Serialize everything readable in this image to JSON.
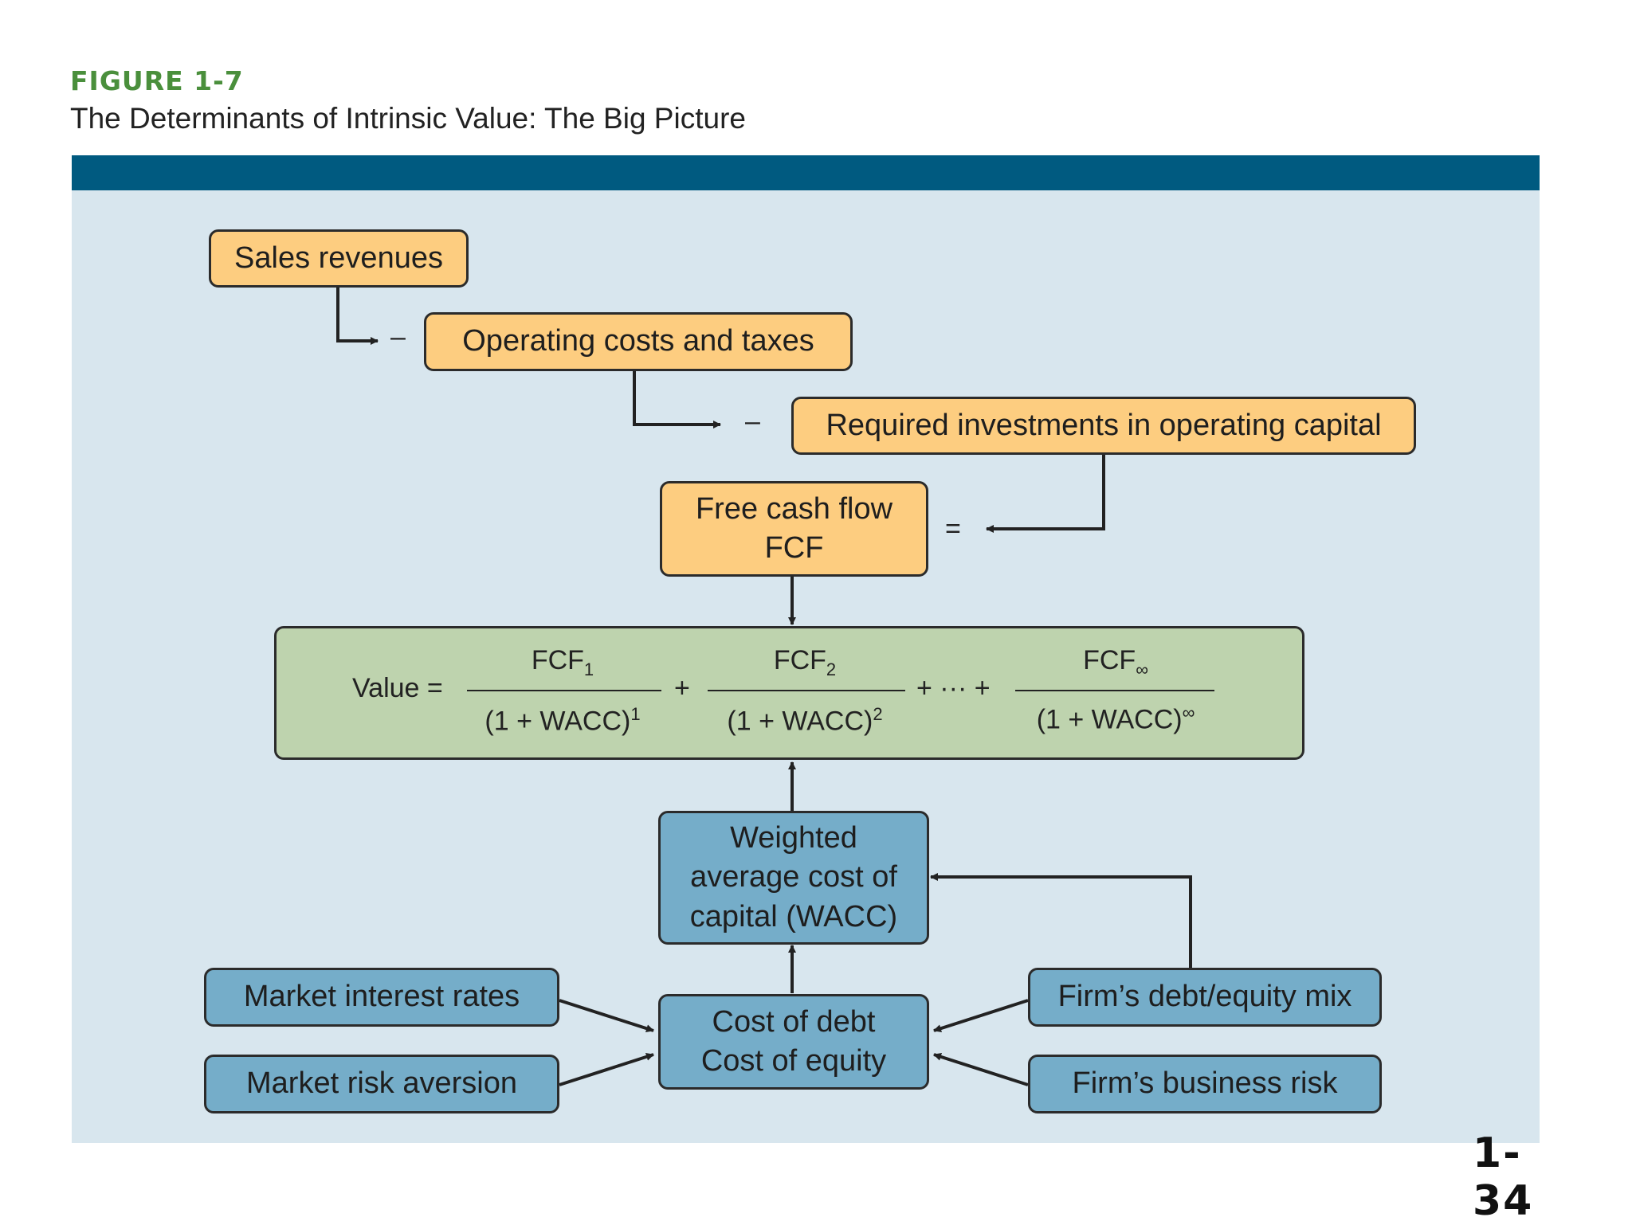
{
  "figure": {
    "label": "FIGURE 1-7",
    "title": "The Determinants of Intrinsic Value: The Big Picture"
  },
  "nodes": {
    "sales_revenues": "Sales revenues",
    "operating_costs": "Operating costs and taxes",
    "required_investments": "Required investments in operating capital",
    "fcf_line1": "Free cash flow",
    "fcf_line2": "FCF",
    "wacc_line1": "Weighted",
    "wacc_line2": "average cost of",
    "wacc_line3": "capital (WACC)",
    "cost_debt": "Cost of debt",
    "cost_equity": "Cost of equity",
    "market_interest": "Market interest rates",
    "market_risk": "Market risk aversion",
    "debt_equity_mix": "Firm’s debt/equity mix",
    "business_risk": "Firm’s business risk"
  },
  "operators": {
    "minus1": "–",
    "minus2": "–",
    "equals": "="
  },
  "formula": {
    "value_label": "Value =",
    "num1": "FCF",
    "num1_sub": "1",
    "den1": "(1 + WACC)",
    "den1_sup": "1",
    "plus1": "+",
    "num2": "FCF",
    "num2_sub": "2",
    "den2": "(1 + WACC)",
    "den2_sup": "2",
    "plus_dots": "+ ··· +",
    "num3": "FCF",
    "num3_sub": "∞",
    "den3": "(1 + WACC)",
    "den3_sup": "∞"
  },
  "page_number": "1-34",
  "colors": {
    "header_bar": "#005a80",
    "panel": "#d8e6ee",
    "orange_box": "#fdcd80",
    "green_box": "#bed3ae",
    "blue_box": "#75adc9",
    "figure_label": "#4a8f3c"
  }
}
